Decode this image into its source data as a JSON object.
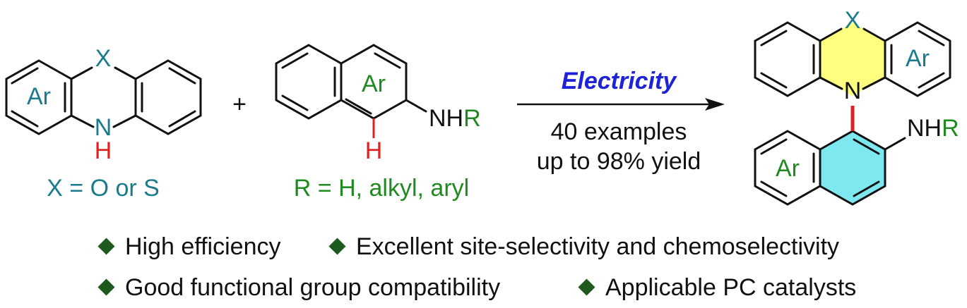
{
  "reactant1": {
    "heteroatom": "X",
    "ring_label": "Ar",
    "n_label": "N",
    "h_label": "H",
    "caption": "X = O or S"
  },
  "plus": "+",
  "reactant2": {
    "ring_label": "Ar",
    "amine_label": "NH",
    "r_label": "R",
    "h_label": "H",
    "caption": "R = H, alkyl, aryl"
  },
  "arrow": {
    "condition": "Electricity",
    "line1": "40 examples",
    "line2": "up to 98% yield"
  },
  "product": {
    "heteroatom": "X",
    "ring_label_top": "Ar",
    "n_label": "N",
    "amine_label": "NH",
    "r_label": "R",
    "ring_label_bottom": "Ar"
  },
  "bullets": [
    "High efficiency",
    "Excellent site-selectivity and chemoselectivity",
    "Good functional group compatibility",
    "Applicable PC catalysts"
  ],
  "colors": {
    "teal": "#1a7b8c",
    "green": "#1f8a1f",
    "red": "#e02020",
    "blue": "#1e22d8",
    "yellow_fill": "#ffff80",
    "cyan_fill": "#7ee8f0",
    "bullet": "#1e5a1e"
  }
}
